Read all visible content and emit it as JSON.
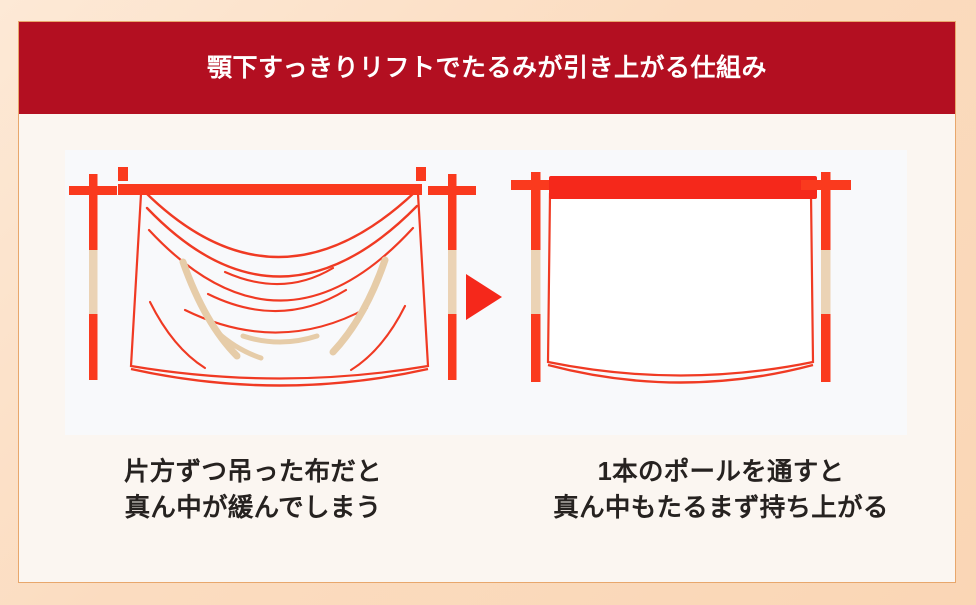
{
  "page": {
    "background_color": "#FBDCC0",
    "card_background": "#FBF6F1",
    "card_border_color": "#E8A76C"
  },
  "header": {
    "background_color": "#B30F21",
    "text_color": "#FFFFFF",
    "title": "顎下すっきりリフトでたるみが引き上がる仕組み"
  },
  "illustration": {
    "panel_background": "#F8F9FB",
    "accent_color": "#FA3A1E",
    "post_band_color": "#EBD3B5",
    "fabric_line_color": "#F03A23",
    "wrinkle_tan_color": "#E8CFAE",
    "arrow": {
      "name": "right-triangle-arrow",
      "color": "#F5281B"
    },
    "left_scene": {
      "name": "two-separate-posts-sagging-cloth",
      "description": "布を左右別々の短い棒で吊った状態。中央がたるんでいる。"
    },
    "right_scene": {
      "name": "single-pole-taut-cloth",
      "description": "1本の太いポールを通した状態。布がまっすぐ持ち上がる。"
    }
  },
  "captions": {
    "left": {
      "line1": "片方ずつ吊った布だと",
      "line2": "真ん中が緩んでしまう"
    },
    "right": {
      "line1": "1本のポールを通すと",
      "line2": "真ん中もたるまず持ち上がる"
    }
  }
}
